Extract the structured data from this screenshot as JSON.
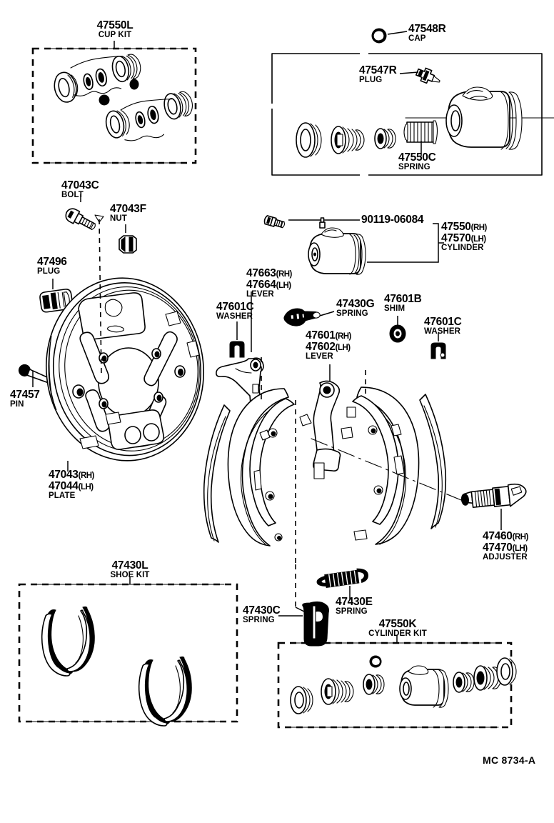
{
  "diagram": {
    "title": "Toyota rear drum brake exploded parts diagram",
    "sheet_code": "MC 8734-A",
    "line_color": "#000000",
    "background": "#ffffff"
  },
  "boxes": [
    {
      "id": "cup-kit",
      "part_number": "47550L",
      "description": "CUP KIT",
      "border": "dashed"
    },
    {
      "id": "wheel-cylinder-detail",
      "part_number": "",
      "description": "",
      "border": "solid"
    },
    {
      "id": "shoe-kit",
      "part_number": "47430L",
      "description": "SHOE KIT",
      "border": "dashed"
    },
    {
      "id": "cylinder-kit",
      "part_number": "47550K",
      "description": "CYLINDER KIT",
      "border": "dashed"
    }
  ],
  "labels": [
    {
      "id": "cup-kit",
      "number": "47550L",
      "side": "",
      "desc": "CUP KIT"
    },
    {
      "id": "cap",
      "number": "47548R",
      "side": "",
      "desc": "CAP"
    },
    {
      "id": "plug-47547",
      "number": "47547R",
      "side": "",
      "desc": "PLUG"
    },
    {
      "id": "spring-47550c",
      "number": "47550C",
      "side": "",
      "desc": "SPRING"
    },
    {
      "id": "bolt",
      "number": "47043C",
      "side": "",
      "desc": "BOLT"
    },
    {
      "id": "nut",
      "number": "47043F",
      "side": "",
      "desc": "NUT"
    },
    {
      "id": "plug-47496",
      "number": "47496",
      "side": "",
      "desc": "PLUG"
    },
    {
      "id": "pin",
      "number": "47457",
      "side": "",
      "desc": "PIN"
    },
    {
      "id": "washer-left",
      "number": "47601C",
      "side": "",
      "desc": "WASHER"
    },
    {
      "id": "washer-right",
      "number": "47601C",
      "side": "",
      "desc": "WASHER"
    },
    {
      "id": "shim",
      "number": "47601B",
      "side": "",
      "desc": "SHIM"
    },
    {
      "id": "spring-47430g",
      "number": "47430G",
      "side": "",
      "desc": "SPRING"
    },
    {
      "id": "spring-47430c",
      "number": "47430C",
      "side": "",
      "desc": "SPRING"
    },
    {
      "id": "spring-47430e",
      "number": "47430E",
      "side": "",
      "desc": "SPRING"
    },
    {
      "id": "shoe-kit",
      "number": "47430L",
      "side": "",
      "desc": "SHOE KIT"
    },
    {
      "id": "cylinder-kit",
      "number": "47550K",
      "side": "",
      "desc": "CYLINDER KIT"
    },
    {
      "id": "bolt-90119",
      "number": "90119-06084",
      "side": "",
      "desc": ""
    }
  ],
  "dual_labels": [
    {
      "id": "plate",
      "lines": [
        {
          "number": "47043",
          "side": "(RH)"
        },
        {
          "number": "47044",
          "side": "(LH)"
        }
      ],
      "desc": "PLATE"
    },
    {
      "id": "cylinder",
      "lines": [
        {
          "number": "47550",
          "side": "(RH)"
        },
        {
          "number": "47570",
          "side": "(LH)"
        }
      ],
      "desc": "CYLINDER"
    },
    {
      "id": "lever-47663",
      "lines": [
        {
          "number": "47663",
          "side": "(RH)"
        },
        {
          "number": "47664",
          "side": "(LH)"
        }
      ],
      "desc": "LEVER"
    },
    {
      "id": "lever-47601",
      "lines": [
        {
          "number": "47601",
          "side": "(RH)"
        },
        {
          "number": "47602",
          "side": "(LH)"
        }
      ],
      "desc": "LEVER"
    },
    {
      "id": "adjuster",
      "lines": [
        {
          "number": "47460",
          "side": "(RH)"
        },
        {
          "number": "47470",
          "side": "(LH)"
        }
      ],
      "desc": "ADJUSTER"
    }
  ],
  "sheet": {
    "code": "MC 8734-A"
  }
}
